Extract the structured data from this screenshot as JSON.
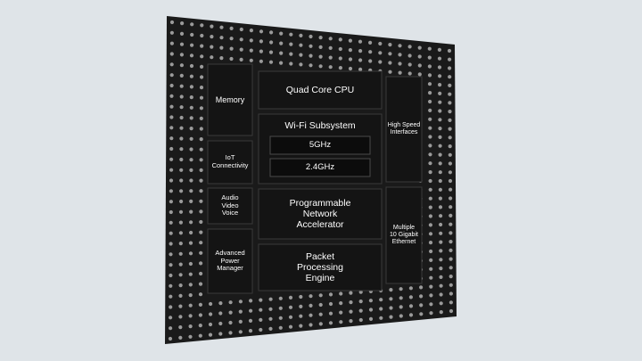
{
  "colors": {
    "background": "#dfe4e8",
    "chip_body": "#1a1a1a",
    "block_fill": "#141414",
    "block_stroke": "#3a3a3a",
    "pad": "#9a9a9a",
    "text": "#ffffff"
  },
  "blocks": {
    "memory": "Memory",
    "iot": "IoT\nConnectivity",
    "audio_video_voice": "Audio\nVideo\nVoice",
    "power_manager": "Advanced\nPower\nManager",
    "cpu": "Quad Core CPU",
    "wifi": "Wi-Fi Subsystem",
    "wifi_5ghz": "5GHz",
    "wifi_24ghz": "2.4GHz",
    "accelerator": "Programmable\nNetwork\nAccelerator",
    "packet_engine": "Packet\nProcessing\nEngine",
    "high_speed": "High Speed\nInterfaces",
    "ethernet": "Multiple\n10 Gigabit\nEthernet"
  }
}
